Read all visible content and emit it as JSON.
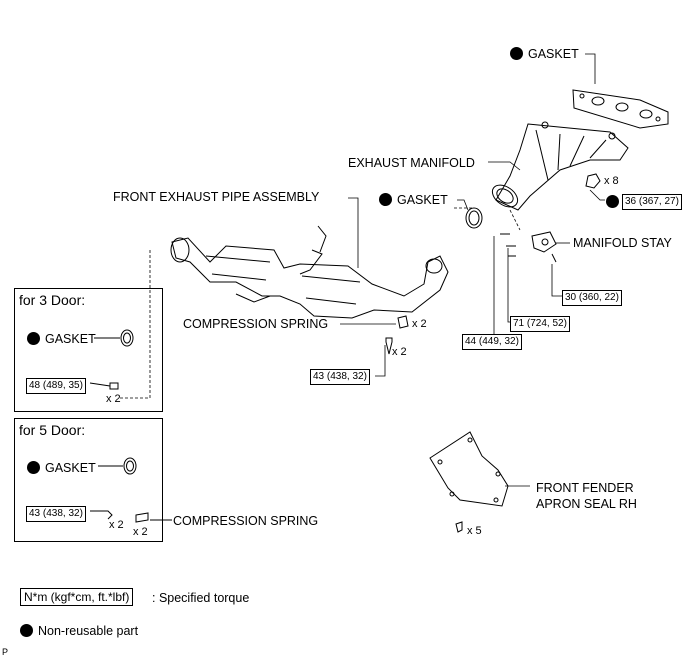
{
  "labels": {
    "gasket_top": "GASKET",
    "exhaust_manifold": "EXHAUST MANIFOLD",
    "gasket_mid": "GASKET",
    "manifold_stay": "MANIFOLD STAY",
    "front_exhaust_pipe": "FRONT EXHAUST PIPE ASSEMBLY",
    "compression_spring": "COMPRESSION SPRING",
    "front_fender_apron_1": "FRONT FENDER",
    "front_fender_apron_2": "APRON SEAL RH"
  },
  "torques": {
    "t36": "36 (367, 27)",
    "t30": "30 (360, 22)",
    "t71": "71 (724, 52)",
    "t44": "44 (449, 32)",
    "t43": "43 (438, 32)"
  },
  "multipliers": {
    "x8": "x 8",
    "x2_spring": "x 2",
    "x2_bolt": "x 2",
    "x5": "x 5"
  },
  "panel3": {
    "title": "for 3 Door:",
    "gasket": "GASKET",
    "torque": "48 (489, 35)",
    "mult": "x 2"
  },
  "panel5": {
    "title": "for 5 Door:",
    "gasket": "GASKET",
    "torque": "43 (438, 32)",
    "mult_bolt": "x 2",
    "mult_spring": "x 2",
    "spring": "COMPRESSION SPRING"
  },
  "legend": {
    "torque_unit": "N*m (kgf*cm, ft.*lbf)",
    "torque_desc": ": Specified torque",
    "nonreusable": "Non-reusable part"
  },
  "corner_mark": "P"
}
